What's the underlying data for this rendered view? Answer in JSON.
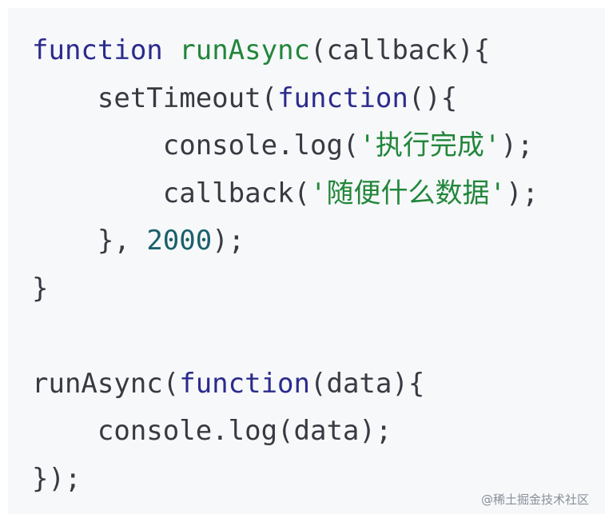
{
  "code": {
    "lines": [
      {
        "indent": "",
        "tokens": [
          {
            "type": "kw",
            "text": "function"
          },
          {
            "type": "plain",
            "text": " "
          },
          {
            "type": "fn",
            "text": "runAsync"
          },
          {
            "type": "plain",
            "text": "(callback){"
          }
        ]
      },
      {
        "indent": "    ",
        "tokens": [
          {
            "type": "plain",
            "text": "setTimeout("
          },
          {
            "type": "kw",
            "text": "function"
          },
          {
            "type": "plain",
            "text": "(){"
          }
        ]
      },
      {
        "indent": "        ",
        "tokens": [
          {
            "type": "plain",
            "text": "console.log("
          },
          {
            "type": "str",
            "text": "'执行完成'"
          },
          {
            "type": "plain",
            "text": ");"
          }
        ]
      },
      {
        "indent": "        ",
        "tokens": [
          {
            "type": "plain",
            "text": "callback("
          },
          {
            "type": "str",
            "text": "'随便什么数据'"
          },
          {
            "type": "plain",
            "text": ");"
          }
        ]
      },
      {
        "indent": "    ",
        "tokens": [
          {
            "type": "plain",
            "text": "}, "
          },
          {
            "type": "num",
            "text": "2000"
          },
          {
            "type": "plain",
            "text": ");"
          }
        ]
      },
      {
        "indent": "",
        "tokens": [
          {
            "type": "plain",
            "text": "}"
          }
        ]
      },
      {
        "indent": "",
        "tokens": []
      },
      {
        "indent": "",
        "tokens": [
          {
            "type": "plain",
            "text": "runAsync("
          },
          {
            "type": "kw",
            "text": "function"
          },
          {
            "type": "plain",
            "text": "(data){"
          }
        ]
      },
      {
        "indent": "    ",
        "tokens": [
          {
            "type": "plain",
            "text": "console.log(data);"
          }
        ]
      },
      {
        "indent": "",
        "tokens": [
          {
            "type": "plain",
            "text": "});"
          }
        ]
      }
    ]
  },
  "watermark": "@稀土掘金技术社区",
  "colors": {
    "keyword": "#2b2b8c",
    "function_name": "#22863a",
    "string": "#22863a",
    "number": "#1a5f6a",
    "plain": "#383a42",
    "background": "#f6f8fa"
  }
}
